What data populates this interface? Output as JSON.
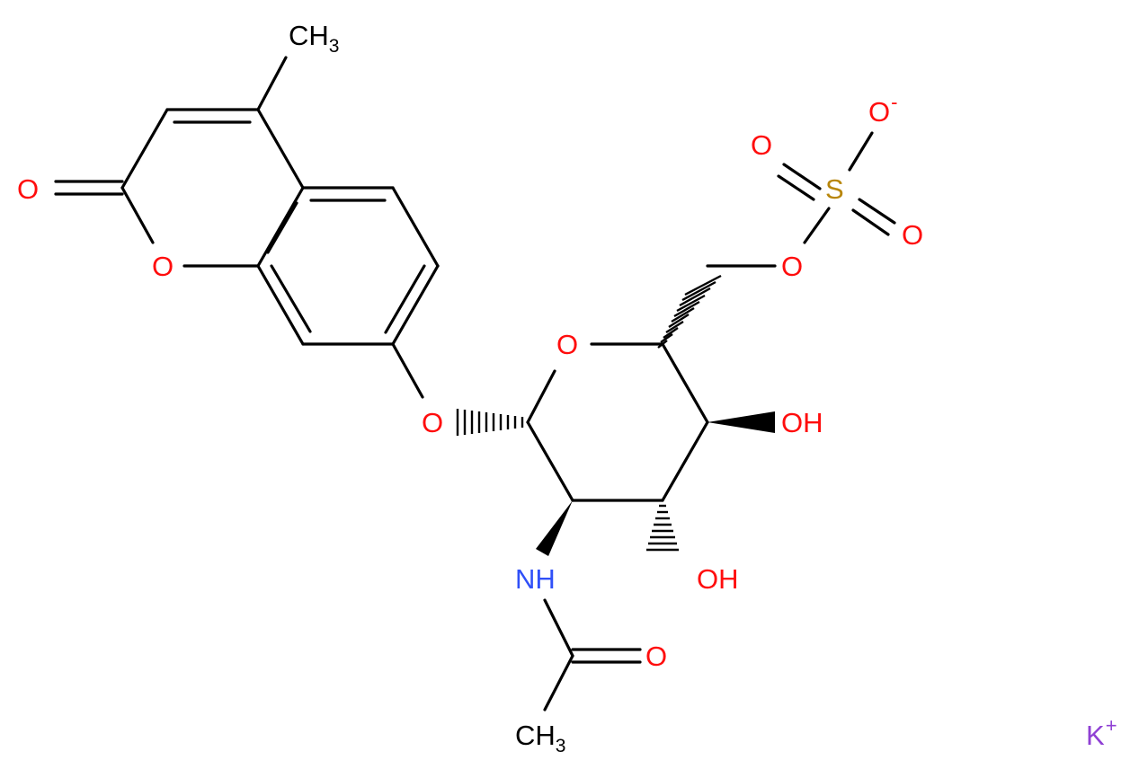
{
  "colors": {
    "bond": "#000000",
    "carbon": "#000000",
    "oxygen": "#ff0d0d",
    "nitrogen": "#3050f8",
    "sulfur": "#b8860b",
    "potassium": "#8f40d4"
  },
  "labels": {
    "methyl_top": {
      "main": "CH",
      "sub": "3"
    },
    "carbonyl_o": "O",
    "ring_o": "O",
    "aryl_ether_o": "O",
    "pyranose_o": "O",
    "sulfate_ester_o": "O",
    "sulfur": "S",
    "sulfonyl_o1": "O",
    "sulfonyl_o2": "O",
    "sulfonate_o_minus": {
      "main": "O",
      "charge": "-"
    },
    "hydroxyl_c4": "OH",
    "hydroxyl_c3": "OH",
    "amide_nh": "NH",
    "acetyl_o": "O",
    "methyl_acetyl": {
      "main": "CH",
      "sub": "3"
    },
    "counterion": {
      "main": "K",
      "charge": "+"
    }
  }
}
